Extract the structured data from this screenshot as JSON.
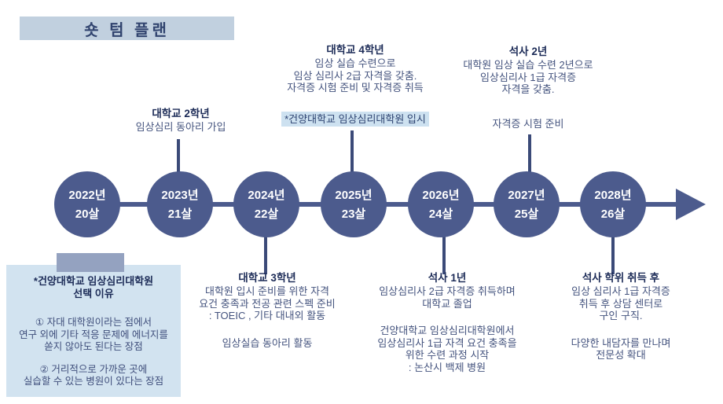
{
  "title": "숏 텀 플랜",
  "colors": {
    "node_fill": "#4c5b8d",
    "connector": "#3b4a78",
    "heading_text": "#1c2b57",
    "body_text": "#44537e",
    "title_bg": "#c1d0df",
    "note_box_bg": "#d2e3f0",
    "tape_bg": "#94a2c0",
    "highlight_bg": "#cde1f0"
  },
  "timeline": {
    "nodes": [
      {
        "year": "2022년",
        "age": "20살"
      },
      {
        "year": "2023년",
        "age": "21살"
      },
      {
        "year": "2024년",
        "age": "22살"
      },
      {
        "year": "2025년",
        "age": "23살"
      },
      {
        "year": "2026년",
        "age": "24살"
      },
      {
        "year": "2027년",
        "age": "25살"
      },
      {
        "year": "2028년",
        "age": "26살"
      }
    ]
  },
  "top_annotations": {
    "univ2": {
      "heading": "대학교 2학년",
      "lines": [
        "임상심리 동아리 가입"
      ]
    },
    "univ4": {
      "heading": "대학교 4학년",
      "lines": [
        "임상 실습 수련으로",
        "임상 심리사 2급 자격을 갖춤.",
        "자격증 시험 준비 및 자격증 취득"
      ],
      "highlight": "*건양대학교 임상심리대학원 입시"
    },
    "masters2": {
      "heading": "석사 2년",
      "lines": [
        "대학원 임상 실습 수련 2년으로",
        "임상심리사 1급 자격증",
        "자격을 갖춤."
      ],
      "note": "자격증 시험 준비"
    }
  },
  "bottom_annotations": {
    "univ3": {
      "heading": "대학교 3학년",
      "lines": [
        "대학원 입시 준비를 위한 자격",
        "요건 충족과 전공 관련 스펙 준비",
        ": TOEIC , 기타 대내외 활동"
      ],
      "note": "임상실습 동아리 활동"
    },
    "masters1": {
      "heading": "석사 1년",
      "lines": [
        "임상심리사 2급 자격증 취득하며",
        "대학교 졸업"
      ],
      "para2": [
        "건양대학교 임상심리대학원에서",
        "임상심리사 1급 자격 요건 충족을",
        "위한 수련 과정 시작",
        ": 논산시 백제 병원"
      ]
    },
    "after_degree": {
      "heading": "석사 학위 취득 후",
      "lines": [
        "임상 심리사 1급 자격증",
        "취득 후 상담 센터로",
        "구인 구직."
      ],
      "para2": [
        "다양한 내담자를 만나며",
        "전문성 확대"
      ]
    }
  },
  "note_box": {
    "heading_lines": [
      "*건양대학교 임상심리대학원",
      "선택 이유"
    ],
    "para1": [
      "① 자대 대학원이라는 점에서",
      "연구 외에 기타 적응 문제에 에너지를",
      "쏟지 않아도 된다는 장점"
    ],
    "para2": [
      "② 거리적으로 가까운 곳에",
      "실습할 수 있는 병원이 있다는 장점"
    ]
  }
}
